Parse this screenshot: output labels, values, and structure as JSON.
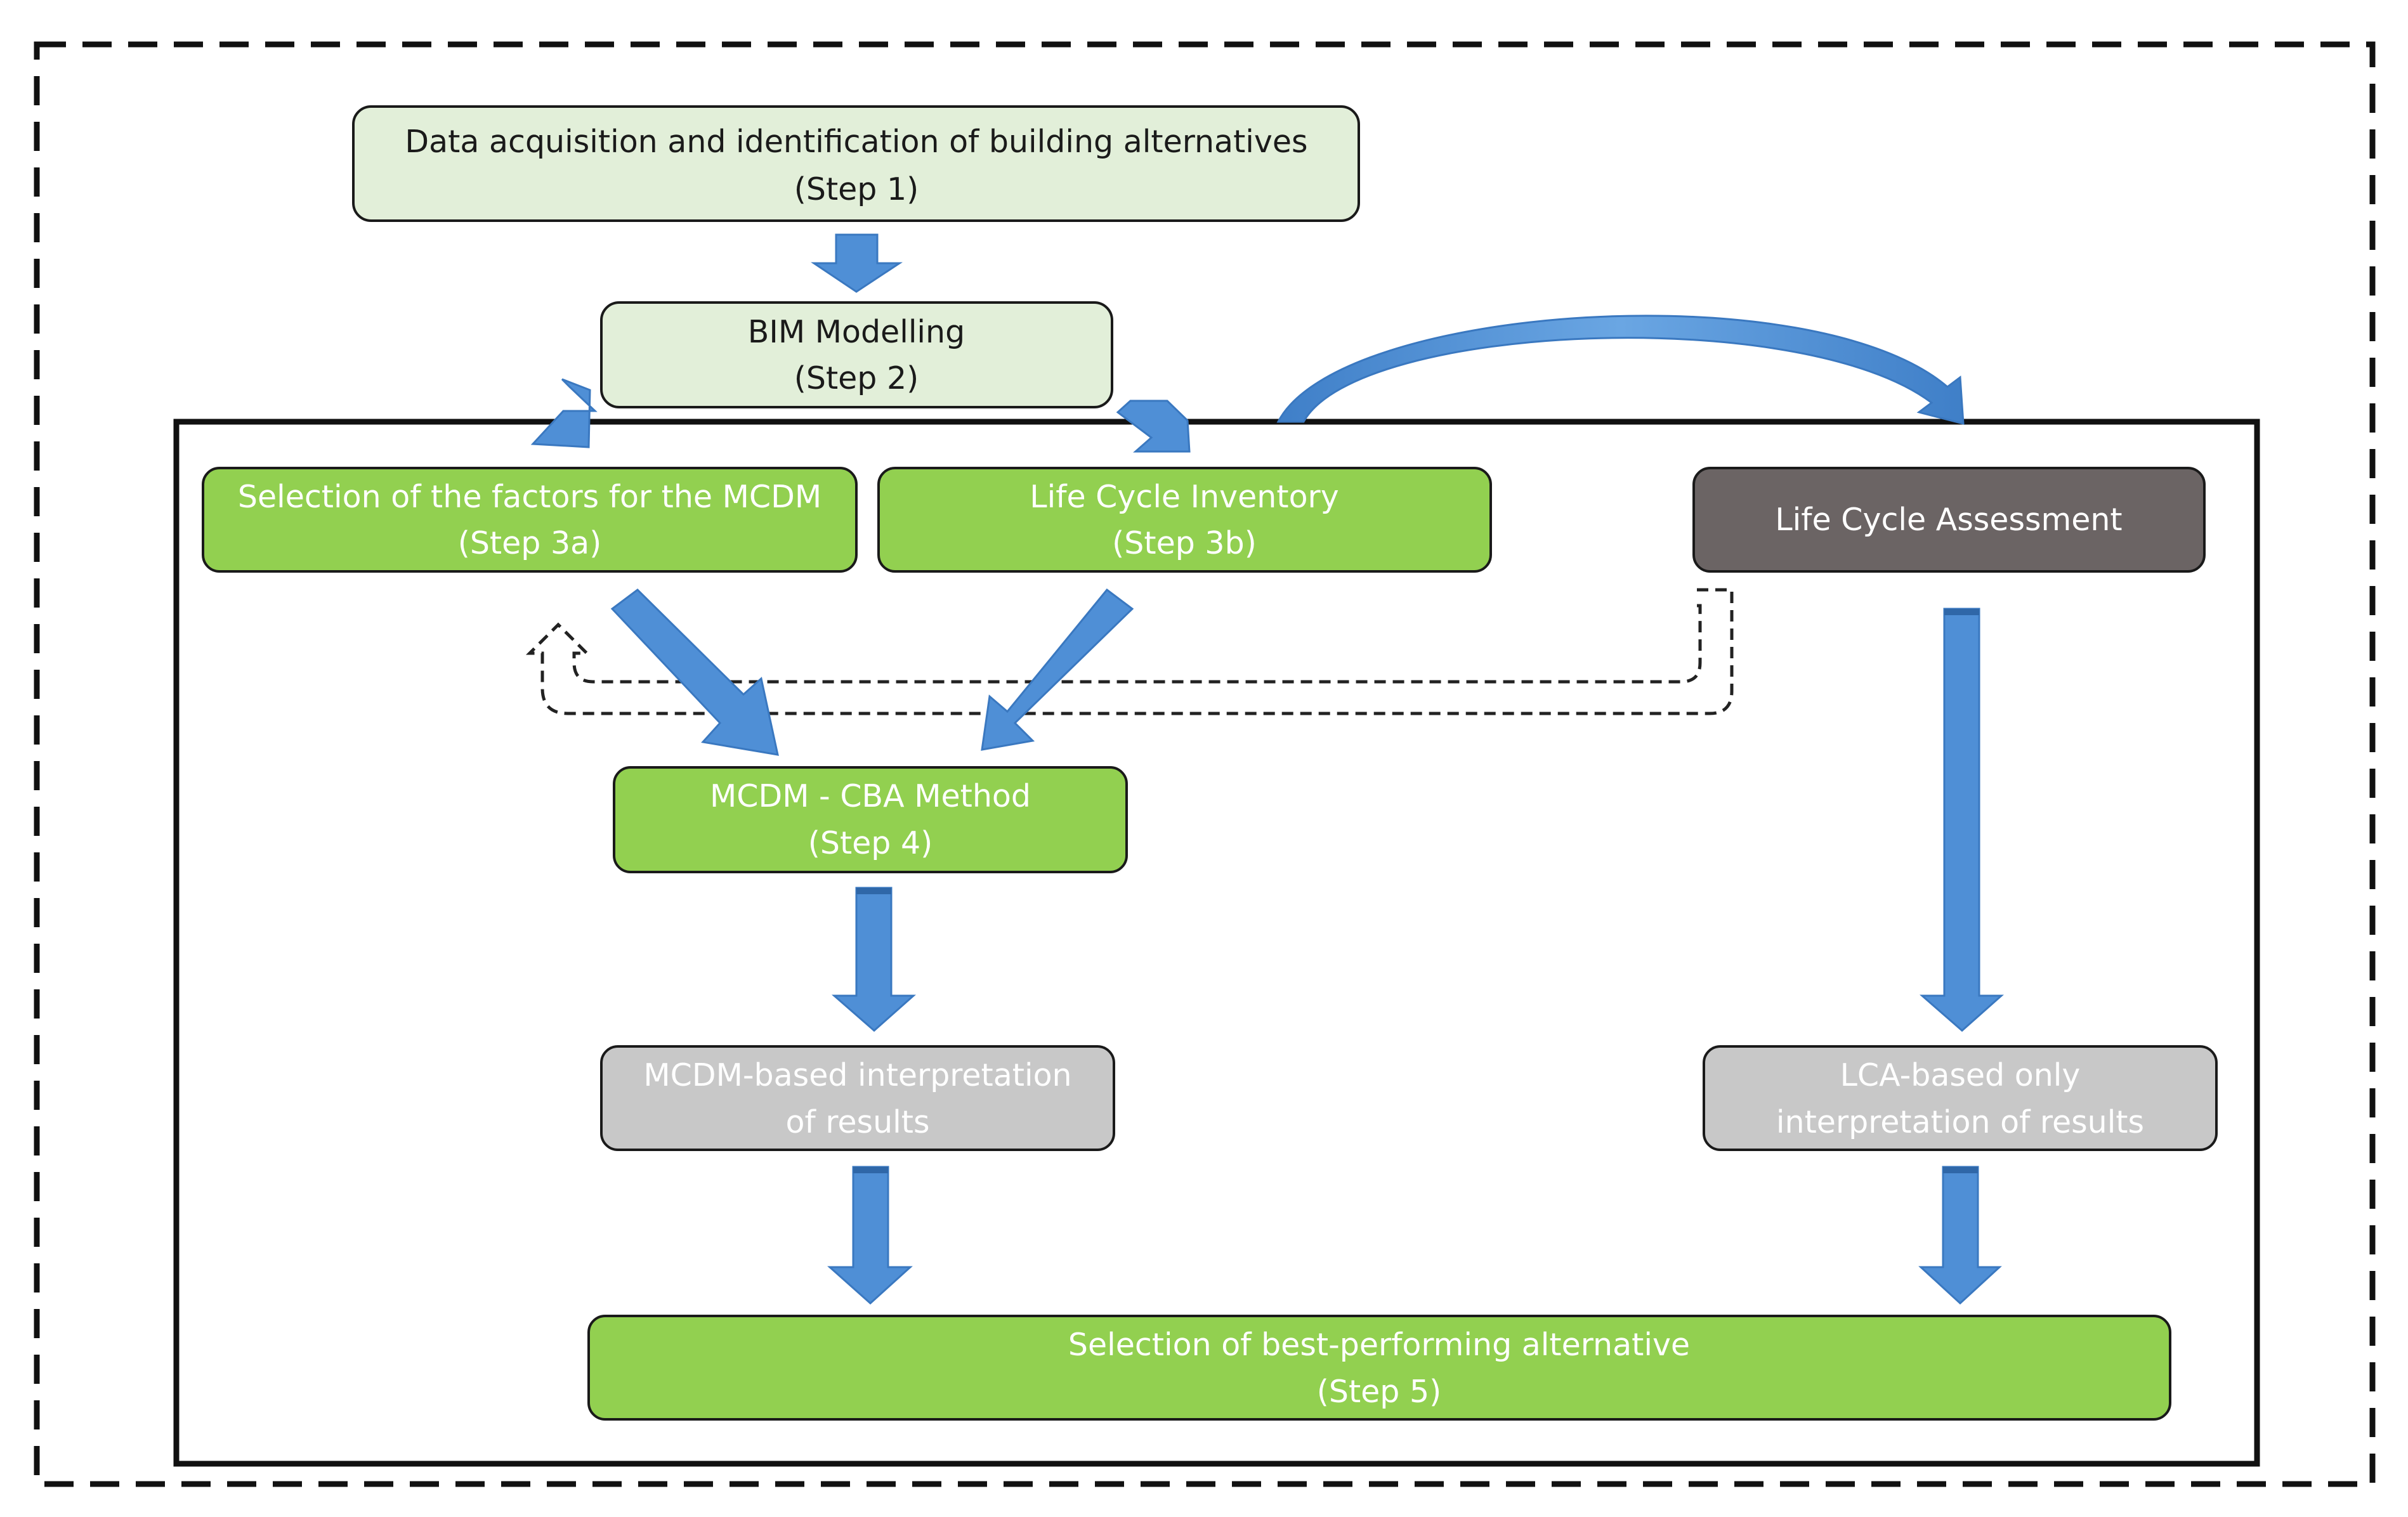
{
  "nodes": {
    "step1": {
      "line1": "Data acquisition and identification of building alternatives",
      "line2": "(Step 1)"
    },
    "step2": {
      "line1": "BIM Modelling",
      "line2": "(Step 2)"
    },
    "step3a": {
      "line1": "Selection of the factors for the MCDM",
      "line2": "(Step 3a)"
    },
    "step3b": {
      "line1": "Life Cycle Inventory",
      "line2": "(Step 3b)"
    },
    "lca": {
      "line1": "Life Cycle Assessment"
    },
    "step4": {
      "line1": "MCDM - CBA Method",
      "line2": "(Step 4)"
    },
    "mcdm_interp": {
      "line1": "MCDM-based interpretation",
      "line2": "of results"
    },
    "lca_interp": {
      "line1": "LCA-based only",
      "line2": "interpretation of results"
    },
    "step5": {
      "line1": "Selection of best-performing alternative",
      "line2": "(Step 5)"
    }
  },
  "colors": {
    "light_green_fill": "#e2efd9",
    "green_fill": "#92d050",
    "dark_gray_fill": "#6b6464",
    "light_gray_fill": "#c8c8c8",
    "arrow_blue": "#4f8fd6",
    "outline": "#1a1a1a",
    "white_text": "#ffffff",
    "dark_text": "#1a1a1a"
  }
}
